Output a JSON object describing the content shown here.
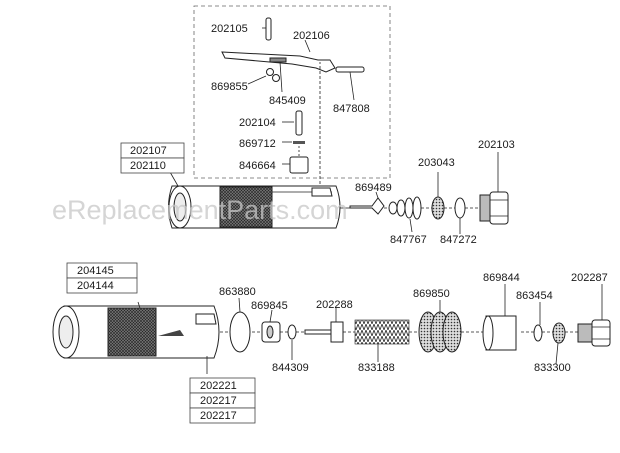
{
  "watermark": "eReplacementParts.com",
  "callouts": {
    "p202105": "202105",
    "p202106": "202106",
    "p869855": "869855",
    "p845409": "845409",
    "p847808": "847808",
    "p202104": "202104",
    "p869712": "869712",
    "p846664": "846664",
    "p869489": "869489",
    "p203043": "203043",
    "p202103": "202103",
    "p847767": "847767",
    "p847272": "847272",
    "p863880": "863880",
    "p869845": "869845",
    "p202288": "202288",
    "p869850": "869850",
    "p869844": "869844",
    "p863454": "863454",
    "p202287": "202287",
    "p844309": "844309",
    "p833188": "833188",
    "p833300": "833300"
  },
  "label_boxes": {
    "upper_housing": [
      "202107",
      "202110"
    ],
    "lower_housing": [
      "204145",
      "204144"
    ],
    "lower_sub": [
      "202221",
      "202217",
      "202217"
    ]
  }
}
